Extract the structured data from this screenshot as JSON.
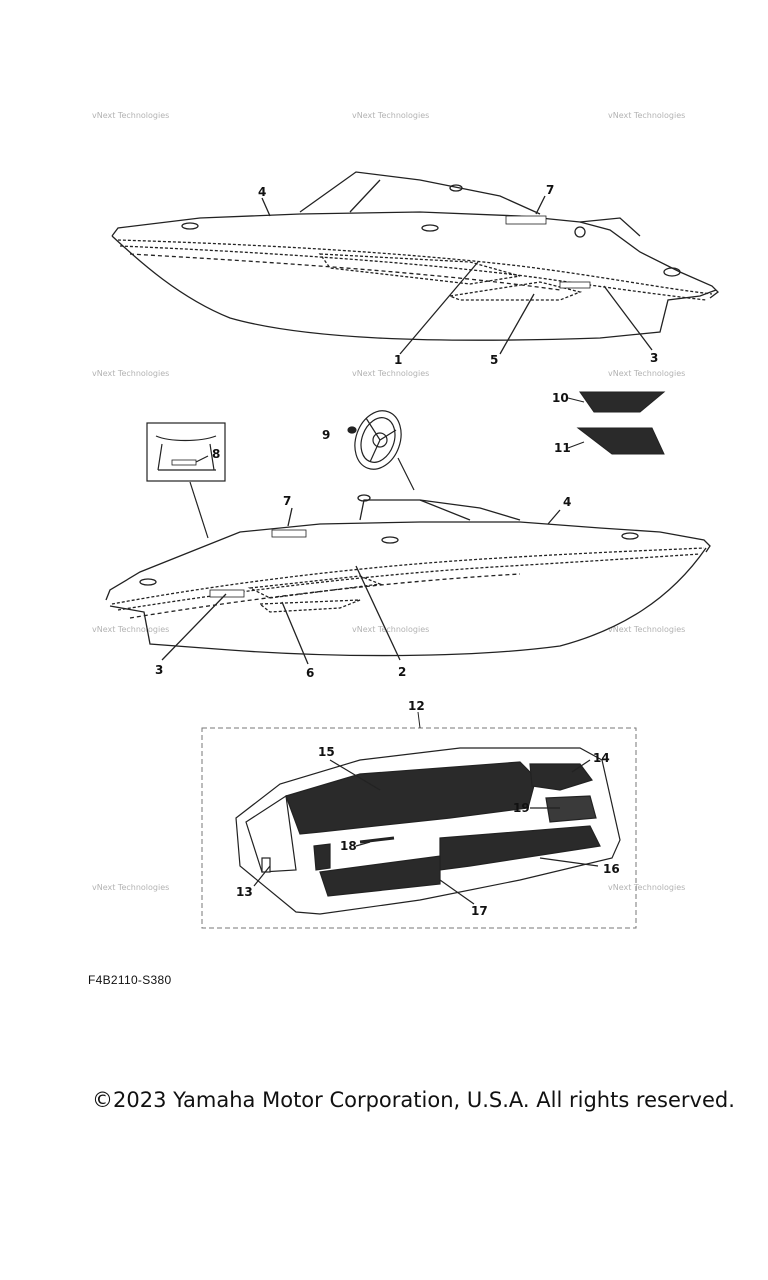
{
  "diagram": {
    "watermark": "vNext Technologies",
    "callouts": {
      "c1": "1",
      "c2": "2",
      "c3a": "3",
      "c3b": "3",
      "c4a": "4",
      "c4b": "4",
      "c5": "5",
      "c6": "6",
      "c7a": "7",
      "c7b": "7",
      "c8": "8",
      "c9": "9",
      "c10": "10",
      "c11": "11",
      "c12": "12",
      "c13": "13",
      "c14": "14",
      "c15": "15",
      "c16": "16",
      "c17": "17",
      "c18": "18",
      "c19": "19"
    },
    "colors": {
      "line": "#222222",
      "watermark": "#b3b3b3",
      "mat": "#2a2a2a"
    }
  },
  "footer": {
    "figure_code": "F4B2110-S380",
    "copyright": "©2023 Yamaha Motor Corporation, U.S.A. All rights reserved."
  }
}
